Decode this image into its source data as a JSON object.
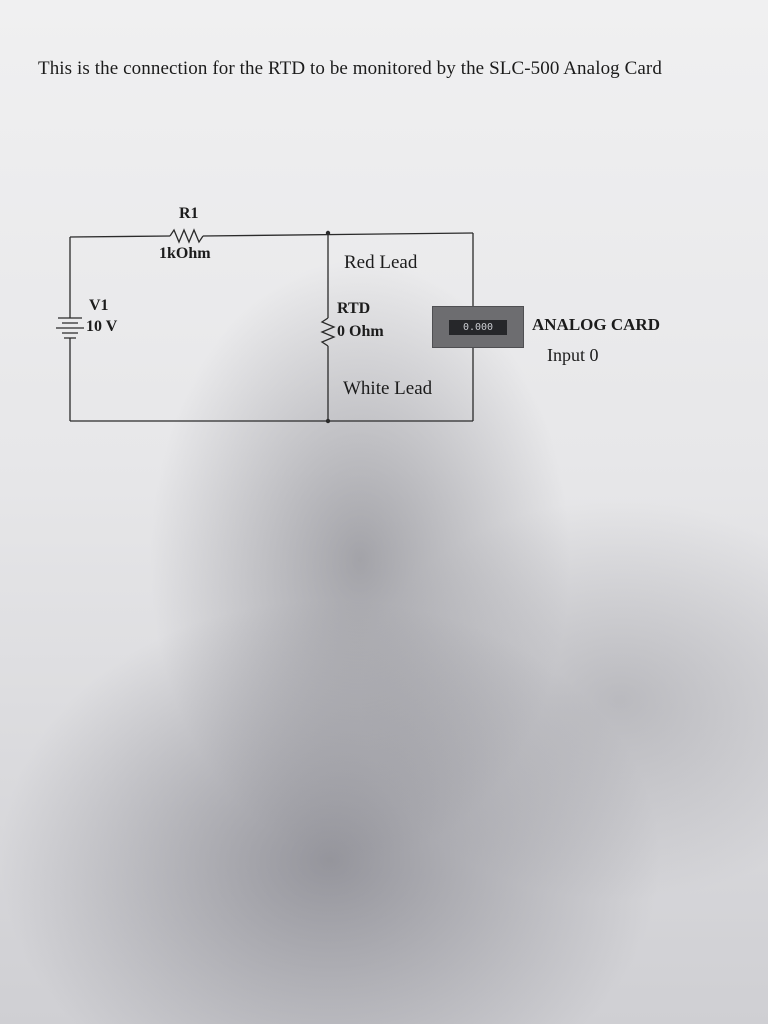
{
  "heading": "This is the connection for the RTD to be monitored by the SLC-500 Analog Card",
  "resistor": {
    "name": "R1",
    "value": "1kOhm"
  },
  "source": {
    "name": "V1",
    "value": "10 V"
  },
  "rtd": {
    "name": "RTD",
    "value": "0 Ohm"
  },
  "leads": {
    "red": "Red Lead",
    "white": "White Lead"
  },
  "meter": {
    "reading": "0.000"
  },
  "analog_card": {
    "name": "ANALOG CARD",
    "input": "Input 0"
  },
  "colors": {
    "wire": "#2b2b2b",
    "paper": "#ececee",
    "meter_body": "#6d6d70",
    "meter_screen": "#26272a"
  }
}
